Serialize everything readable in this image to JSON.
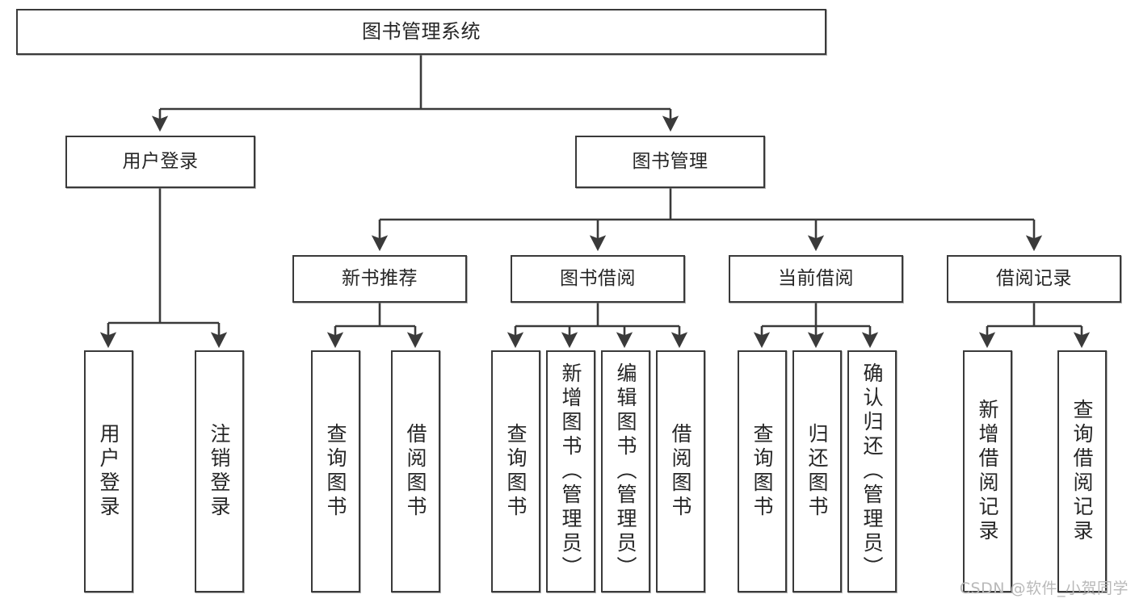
{
  "diagram": {
    "title_box": {
      "label": "图书管理系统"
    },
    "level2": [
      {
        "id": "user-login",
        "label": "用户登录"
      },
      {
        "id": "book-management",
        "label": "图书管理"
      }
    ],
    "level3": [
      {
        "id": "new-book-recommend",
        "label": "新书推荐"
      },
      {
        "id": "book-borrow",
        "label": "图书借阅"
      },
      {
        "id": "current-borrow",
        "label": "当前借阅"
      },
      {
        "id": "borrow-record",
        "label": "借阅记录"
      }
    ],
    "leaves": {
      "user_login": [
        {
          "id": "leaf-user-login",
          "label": "用户登录"
        },
        {
          "id": "leaf-logout-login",
          "label": "注销登录"
        }
      ],
      "new_book_recommend": [
        {
          "id": "leaf-query-book-1",
          "label": "查询图书"
        },
        {
          "id": "leaf-borrow-book-1",
          "label": "借阅图书"
        }
      ],
      "book_borrow": [
        {
          "id": "leaf-query-book-2",
          "label": "查询图书"
        },
        {
          "id": "leaf-add-book",
          "label": "新增图书（管理员）"
        },
        {
          "id": "leaf-edit-book",
          "label": "编辑图书（管理员）"
        },
        {
          "id": "leaf-borrow-book-2",
          "label": "借阅图书"
        }
      ],
      "current_borrow": [
        {
          "id": "leaf-query-book-3",
          "label": "查询图书"
        },
        {
          "id": "leaf-return-book",
          "label": "归还图书"
        },
        {
          "id": "leaf-confirm-return",
          "label": "确认归还（管理员）"
        }
      ],
      "borrow_record": [
        {
          "id": "leaf-add-record",
          "label": "新增借阅记录"
        },
        {
          "id": "leaf-query-record",
          "label": "查询借阅记录"
        }
      ]
    },
    "watermark": "CSDN @软件_小贺同学",
    "colors": {
      "border": "#3a3a3a",
      "text": "#262626",
      "background": "#ffffff",
      "watermark": "#b9b9b9"
    }
  }
}
